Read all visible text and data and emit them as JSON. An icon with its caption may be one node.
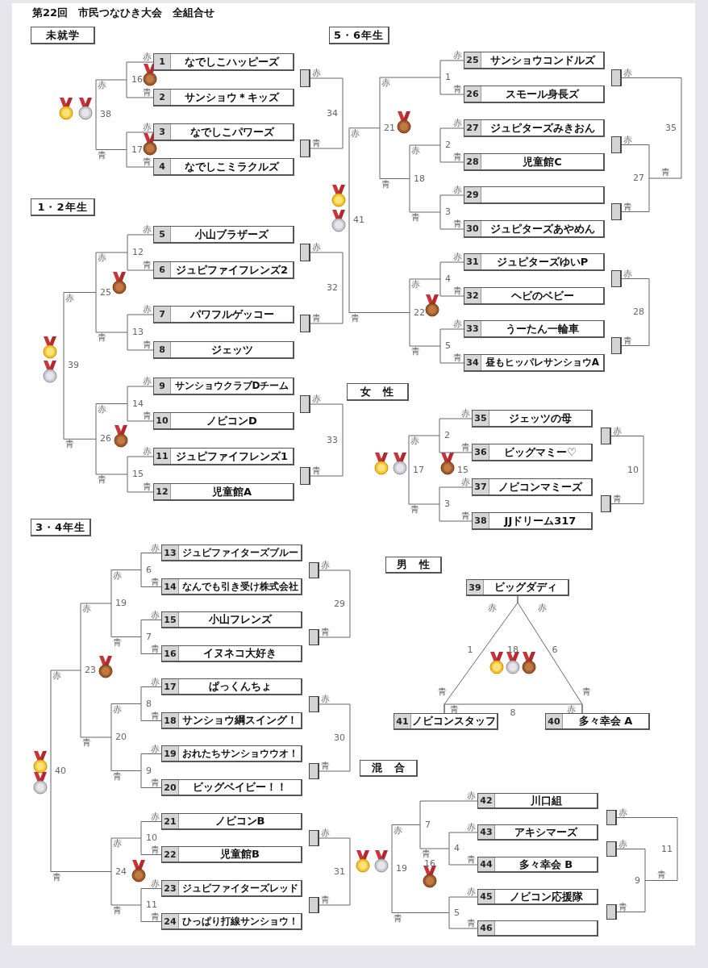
{
  "diagram": {
    "title": "第22回　市民つなひき大会　全組合せ",
    "nodes": [
      {
        "text": [
          "未就学"
        ]
      },
      {
        "text": [
          "1",
          "なでしこハッピーズ"
        ]
      },
      {
        "text": [
          "2",
          "サンショウ＊キッズ"
        ]
      },
      {
        "text": [
          "3",
          "なでしこパワーズ"
        ]
      },
      {
        "text": [
          "4",
          "なでしこミラクルズ"
        ]
      },
      {
        "text": [],
        "shape": "box"
      },
      {
        "text": [],
        "shape": "box"
      },
      {
        "text": [
          "1・2年生"
        ]
      },
      {
        "text": [
          "5",
          "小山ブラザーズ"
        ]
      },
      {
        "text": [
          "6",
          "ジュピファイフレンズ2"
        ]
      },
      {
        "text": [
          "7",
          "パワフルゲッコー"
        ]
      },
      {
        "text": [
          "8",
          "ジェッツ"
        ]
      },
      {
        "text": [
          "9",
          "サンショウクラブDチーム"
        ]
      },
      {
        "text": [
          "10",
          "ノビコンD"
        ]
      },
      {
        "text": [
          "11",
          "ジュピファイフレンズ1"
        ]
      },
      {
        "text": [
          "12",
          "児童館A"
        ]
      },
      {
        "text": [],
        "shape": "box"
      },
      {
        "text": [],
        "shape": "box"
      },
      {
        "text": [],
        "shape": "box"
      },
      {
        "text": [],
        "shape": "box"
      },
      {
        "text": [
          "3・4年生"
        ]
      },
      {
        "text": [
          "13",
          "ジュピファイターズブルー"
        ]
      },
      {
        "text": [
          "14",
          "なんでも引き受け株式会社"
        ]
      },
      {
        "text": [
          "15",
          "小山フレンズ"
        ]
      },
      {
        "text": [
          "16",
          "イヌネコ大好き"
        ]
      },
      {
        "text": [
          "17",
          "ぱっくんちょ"
        ]
      },
      {
        "text": [
          "18",
          "サンショウ綱スイング！"
        ]
      },
      {
        "text": [
          "19",
          "おれたちサンショウウオ！"
        ]
      },
      {
        "text": [
          "20",
          "ビッグベイビー！！"
        ]
      },
      {
        "text": [
          "21",
          "ノビコンB"
        ]
      },
      {
        "text": [
          "22",
          "児童館B"
        ]
      },
      {
        "text": [
          "23",
          "ジュピファイターズレッド"
        ]
      },
      {
        "text": [
          "24",
          "ひっぱり打線サンショウ！"
        ]
      },
      {
        "text": [],
        "shape": "box"
      },
      {
        "text": [],
        "shape": "box"
      },
      {
        "text": [],
        "shape": "box"
      },
      {
        "text": [],
        "shape": "box"
      },
      {
        "text": [],
        "shape": "box"
      },
      {
        "text": [],
        "shape": "box"
      },
      {
        "text": [
          "5・6年生"
        ]
      },
      {
        "text": [
          "25",
          "サンショウコンドルズ"
        ]
      },
      {
        "text": [
          "26",
          "スモール身長ズ"
        ]
      },
      {
        "text": [
          "27",
          "ジュピターズみきおん"
        ]
      },
      {
        "text": [
          "28",
          "児童館C"
        ]
      },
      {
        "text": [
          "29"
        ]
      },
      {
        "text": [
          "30",
          "ジュピターズあやめん"
        ]
      },
      {
        "text": [
          "31",
          "ジュピターズゆいP"
        ]
      },
      {
        "text": [
          "32",
          "ヘビのベビー"
        ]
      },
      {
        "text": [
          "33",
          "うーたん一輪車"
        ]
      },
      {
        "text": [
          "34",
          "昼もヒッパレサンショウA"
        ]
      },
      {
        "text": [],
        "shape": "box"
      },
      {
        "text": [],
        "shape": "box"
      },
      {
        "text": [],
        "shape": "box"
      },
      {
        "text": [],
        "shape": "box"
      },
      {
        "text": [],
        "shape": "box"
      },
      {
        "text": [
          "女　性"
        ]
      },
      {
        "text": [
          "35",
          "ジェッツの母"
        ]
      },
      {
        "text": [
          "36",
          "ビッグマミー♡"
        ]
      },
      {
        "text": [
          "37",
          "ノビコンマミーズ"
        ]
      },
      {
        "text": [
          "38",
          "JJドリーム317"
        ]
      },
      {
        "text": [],
        "shape": "box"
      },
      {
        "text": [],
        "shape": "box"
      },
      {
        "text": [
          "男　性"
        ]
      },
      {
        "text": [
          "39",
          "ビッグダディ"
        ]
      },
      {
        "text": [
          "41",
          "ノビコンスタッフ"
        ]
      },
      {
        "text": [
          "40",
          "多々幸会 A"
        ]
      },
      {
        "text": [
          "混　合"
        ]
      },
      {
        "text": [
          "42",
          "川口組"
        ]
      },
      {
        "text": [
          "43",
          "アキシマーズ"
        ]
      },
      {
        "text": [
          "44",
          "多々幸会 B"
        ]
      },
      {
        "text": [
          "45",
          "ノビコン応援隊"
        ]
      },
      {
        "text": [
          "46"
        ]
      },
      {
        "text": [],
        "shape": "box"
      },
      {
        "text": [],
        "shape": "box"
      },
      {
        "text": [],
        "shape": "box"
      }
    ],
    "edges": [
      {
        "from": 1,
        "to": 2,
        "arrow": "none",
        "label": "16"
      },
      {
        "from": 3,
        "to": 4,
        "arrow": "none",
        "label": "17"
      },
      {
        "from": 5,
        "to": 6,
        "arrow": "none",
        "label": "34"
      },
      {
        "from": 8,
        "to": 9,
        "arrow": "none",
        "label": "12"
      },
      {
        "from": 10,
        "to": 11,
        "arrow": "none",
        "label": "13"
      },
      {
        "from": 12,
        "to": 13,
        "arrow": "none",
        "label": "14"
      },
      {
        "from": 14,
        "to": 15,
        "arrow": "none",
        "label": "15"
      },
      {
        "from": 16,
        "to": 17,
        "arrow": "none",
        "label": "32"
      },
      {
        "from": 18,
        "to": 19,
        "arrow": "none",
        "label": "33"
      },
      {
        "from": 21,
        "to": 22,
        "arrow": "none",
        "label": "6"
      },
      {
        "from": 23,
        "to": 24,
        "arrow": "none",
        "label": "7"
      },
      {
        "from": 25,
        "to": 26,
        "arrow": "none",
        "label": "8"
      },
      {
        "from": 27,
        "to": 28,
        "arrow": "none",
        "label": "9"
      },
      {
        "from": 29,
        "to": 30,
        "arrow": "none",
        "label": "10"
      },
      {
        "from": 31,
        "to": 32,
        "arrow": "none",
        "label": "11"
      },
      {
        "from": 33,
        "to": 34,
        "arrow": "none",
        "label": "29"
      },
      {
        "from": 35,
        "to": 36,
        "arrow": "none",
        "label": "30"
      },
      {
        "from": 37,
        "to": 38,
        "arrow": "none",
        "label": "31"
      },
      {
        "from": 40,
        "to": 41,
        "arrow": "none",
        "label": "1"
      },
      {
        "from": 42,
        "to": 43,
        "arrow": "none",
        "label": "2"
      },
      {
        "from": 44,
        "to": 45,
        "arrow": "none",
        "label": "3"
      },
      {
        "from": 46,
        "to": 47,
        "arrow": "none",
        "label": "4"
      },
      {
        "from": 48,
        "to": 49,
        "arrow": "none",
        "label": "5"
      },
      {
        "from": 51,
        "to": 52,
        "arrow": "none",
        "label": "27"
      },
      {
        "from": 53,
        "to": 54,
        "arrow": "none",
        "label": "28"
      },
      {
        "from": 56,
        "to": 57,
        "arrow": "none",
        "label": "2"
      },
      {
        "from": 58,
        "to": 59,
        "arrow": "none",
        "label": "3"
      },
      {
        "from": 60,
        "to": 61,
        "arrow": "none",
        "label": "10"
      },
      {
        "from": 63,
        "to": 64,
        "arrow": "none",
        "label": "1"
      },
      {
        "from": 63,
        "to": 65,
        "arrow": "none",
        "label": "6"
      },
      {
        "from": 64,
        "to": 65,
        "arrow": "none",
        "label": "8"
      },
      {
        "from": 68,
        "to": 69,
        "arrow": "none",
        "label": "4"
      },
      {
        "from": 70,
        "to": 71,
        "arrow": "none",
        "label": "5"
      },
      {
        "from": 73,
        "to": 74,
        "arrow": "none",
        "label": "9"
      },
      {
        "from": 50,
        "to": null,
        "arrow": "none",
        "label": "35"
      },
      {
        "from": 67,
        "to": null,
        "arrow": "none",
        "label": "7"
      },
      {
        "from": 72,
        "to": null,
        "arrow": "none",
        "label": "11"
      }
    ],
    "labels": [
      "赤",
      "青",
      "赤",
      "青",
      "38",
      "赤",
      "青",
      "赤",
      "青",
      "赤",
      "青",
      "赤",
      "青",
      "赤",
      "青",
      "赤",
      "青",
      "25",
      "赤",
      "青",
      "26",
      "赤",
      "青",
      "39",
      "赤",
      "青",
      "赤",
      "青",
      "赤",
      "青",
      "赤",
      "青",
      "赤",
      "青",
      "赤",
      "青",
      "赤",
      "青",
      "赤",
      "青",
      "赤",
      "青",
      "19",
      "赤",
      "青",
      "20",
      "赤",
      "青",
      "24",
      "赤",
      "青",
      "23",
      "赤",
      "青",
      "40",
      "赤",
      "青",
      "赤",
      "青",
      "赤",
      "青",
      "赤",
      "青",
      "赤",
      "青",
      "赤",
      "青",
      "赤",
      "青",
      "赤",
      "青",
      "赤",
      "青",
      "18",
      "赤",
      "青",
      "22",
      "赤",
      "青",
      "21",
      "赤",
      "青",
      "41",
      "赤",
      "青",
      "赤",
      "青",
      "赤",
      "青",
      "赤",
      "青",
      "赤",
      "青",
      "赤",
      "青",
      "17",
      "赤",
      "青",
      "赤",
      "青",
      "15",
      "赤",
      "赤",
      "18",
      "青",
      "青",
      "青",
      "赤",
      "赤",
      "青",
      "赤",
      "青",
      "赤",
      "青",
      "19",
      "赤",
      "青",
      "赤",
      "青",
      "赤",
      "青",
      "16"
    ]
  }
}
